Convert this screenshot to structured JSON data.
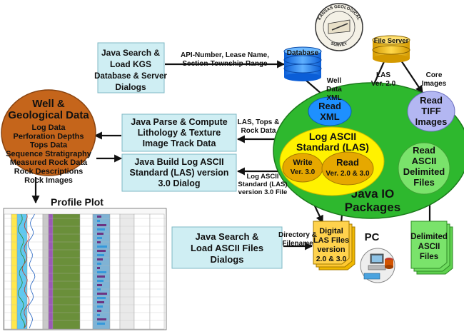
{
  "boxes": {
    "search_load_kgs": [
      "Java Search &",
      "Load KGS",
      "Database & Server",
      "Dialogs"
    ],
    "parse_compute": [
      "Java Parse & Compute",
      "Lithology & Texture",
      "Image Track Data"
    ],
    "build_las": [
      "Java Build Log ASCII",
      "Standard (LAS) version",
      "3.0 Dialog"
    ],
    "search_ascii": [
      "Java Search &",
      "Load ASCII Files",
      "Dialogs"
    ]
  },
  "well_data": {
    "title": [
      "Well &",
      "Geological Data"
    ],
    "items": [
      "Log Data",
      "Perforation Depths",
      "Tops Data",
      "Sequence Stratigraphy",
      "Measured Rock Data",
      "Rock Descriptions",
      "Rock Images"
    ]
  },
  "java_io": {
    "title": [
      "Java IO",
      "Packages"
    ],
    "read_xml": [
      "Read",
      "XML"
    ],
    "read_tiff": [
      "Read",
      "TIFF",
      "Images"
    ],
    "read_delim": [
      "Read",
      "ASCII",
      "Delimited",
      "Files"
    ],
    "las": [
      "Log ASCII",
      "Standard (LAS)"
    ],
    "write": [
      "Write",
      "Ver. 3.0"
    ],
    "read_las": [
      "Read",
      "Ver. 2.0 & 3.0"
    ]
  },
  "sources": {
    "database": "Database",
    "file_server": "File Server",
    "seal_top": "KANSAS GEOLOGICAL",
    "seal_bottom": "SURVEY"
  },
  "files": {
    "digital_las": [
      "Digital",
      "LAS Files",
      "version",
      "2.0 & 3.0"
    ],
    "delimited": [
      "Delimited",
      "ASCII",
      "Files"
    ],
    "pc": "PC"
  },
  "labels": {
    "api": [
      "API-Number, Lease Name,",
      "Section-Township-Range"
    ],
    "well_xml": [
      "Well",
      "Data",
      "XML"
    ],
    "las_ver": [
      "LAS",
      "Ver. 2.0"
    ],
    "core_images": [
      "Core",
      "Images"
    ],
    "las_tops": [
      "LAS, Tops &",
      "Rock Data"
    ],
    "las_v3_file": [
      "Log ASCII",
      "Standard (LAS)",
      "version 3.0 File"
    ],
    "dir_file": [
      "Directory &",
      "Filename"
    ]
  },
  "profile_plot": "Profile Plot",
  "colors": {
    "box_fill": "#cfeef3",
    "well_fill": "#c5651b",
    "green": "#2eb82e",
    "yellow": "#fff200",
    "gold": "#e6a800",
    "blue_db": "#1e90ff",
    "file_yellow": "#ffd24d",
    "file_green": "#7ae36b"
  }
}
